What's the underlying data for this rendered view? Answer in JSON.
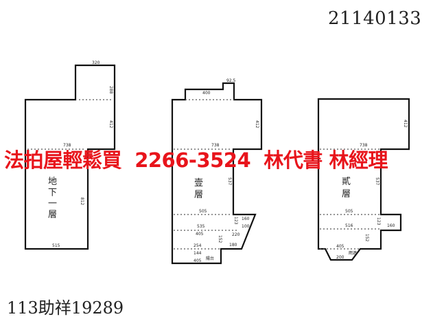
{
  "document_number": "21140133",
  "case_number": "113助祥19289",
  "watermark": "法拍屋輕鬆買  2266-3524  林代書 林經理",
  "floors": [
    {
      "label_lines": [
        "地",
        "下",
        "一",
        "層"
      ],
      "dims": [
        "320",
        "288",
        "412",
        "738",
        "812",
        "515"
      ]
    },
    {
      "label_lines": [
        "壹",
        "層"
      ],
      "dims": [
        "92.5",
        "400",
        "412",
        "738",
        "537",
        "505",
        "535",
        "405",
        "160",
        "100",
        "220",
        "180",
        "123",
        "152",
        "254",
        "144",
        "405",
        "陽台"
      ]
    },
    {
      "label_lines": [
        "貳",
        "層"
      ],
      "dims": [
        "412",
        "738",
        "537",
        "505",
        "516",
        "160",
        "123",
        "152",
        "405",
        "200",
        "雨遮"
      ]
    }
  ],
  "colors": {
    "watermark": "#e8141b",
    "lines": "#111111"
  }
}
